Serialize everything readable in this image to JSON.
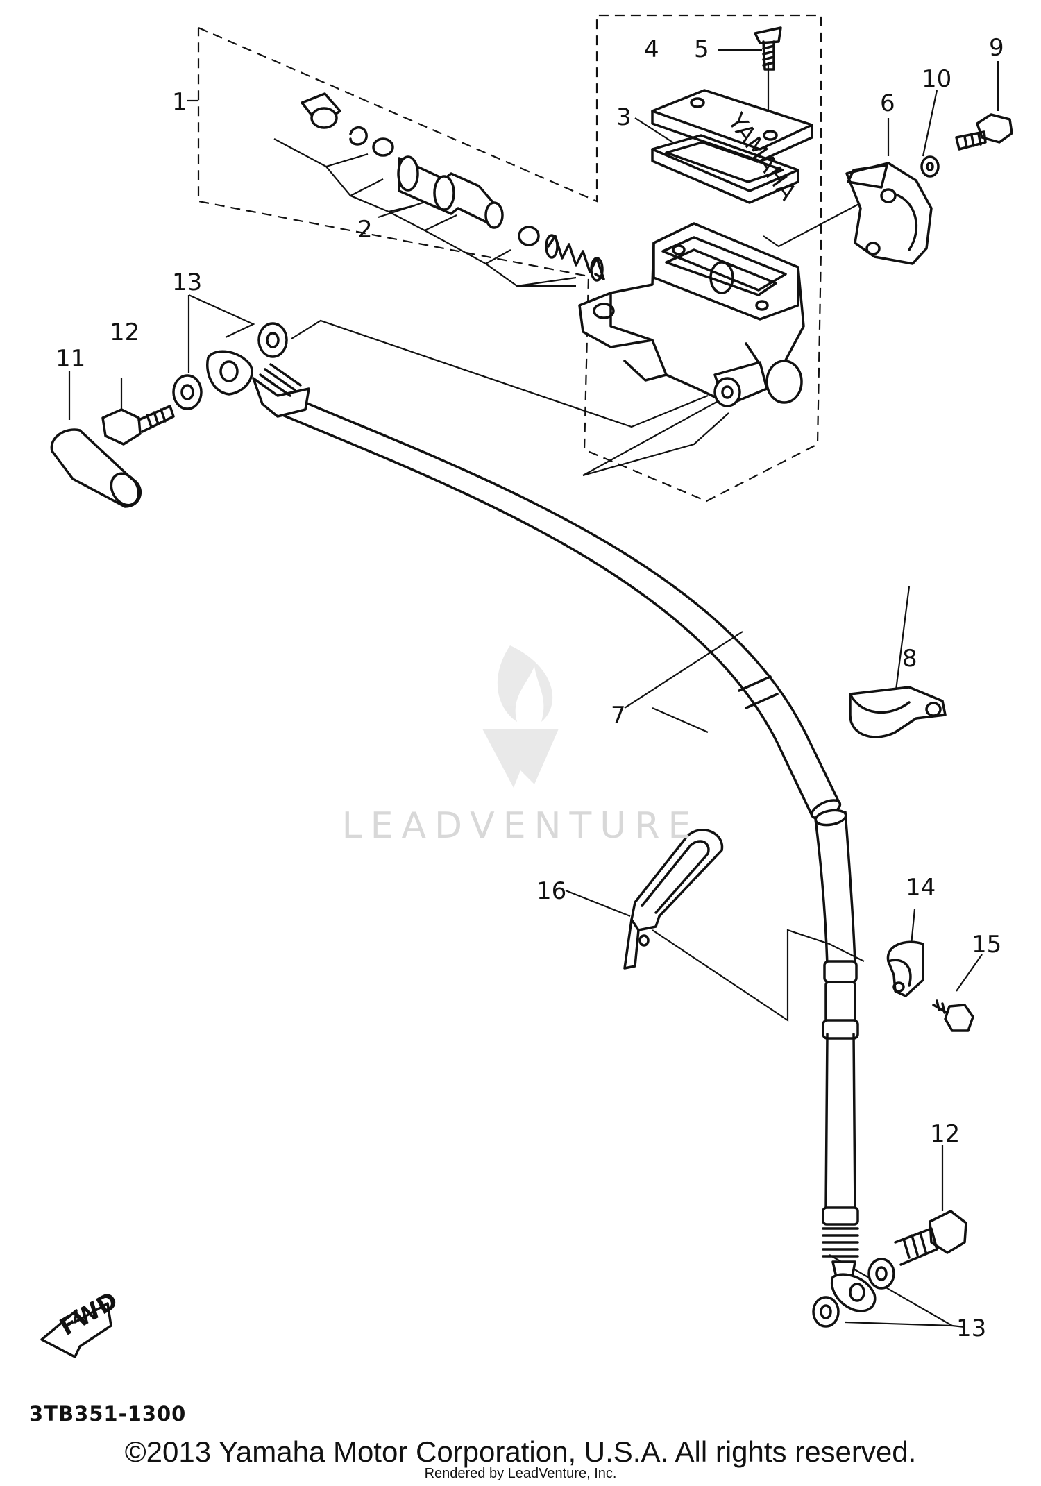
{
  "diagram": {
    "part_labels": [
      {
        "id": "1",
        "text": "1"
      },
      {
        "id": "2",
        "text": "2"
      },
      {
        "id": "3",
        "text": "3"
      },
      {
        "id": "4",
        "text": "4"
      },
      {
        "id": "5",
        "text": "5"
      },
      {
        "id": "6",
        "text": "6"
      },
      {
        "id": "7",
        "text": "7"
      },
      {
        "id": "8",
        "text": "8"
      },
      {
        "id": "9",
        "text": "9"
      },
      {
        "id": "10",
        "text": "10"
      },
      {
        "id": "11",
        "text": "11"
      },
      {
        "id": "12",
        "text": "12"
      },
      {
        "id": "12b",
        "text": "12"
      },
      {
        "id": "13",
        "text": "13"
      },
      {
        "id": "13b",
        "text": "13"
      },
      {
        "id": "14",
        "text": "14"
      },
      {
        "id": "15",
        "text": "15"
      },
      {
        "id": "16",
        "text": "16"
      }
    ],
    "fwd_label": "FWD",
    "reservoir_cap_text": "YAMAHA"
  },
  "watermark": {
    "text": "LEADVENTURE"
  },
  "footer": {
    "diagram_code": "3TB351-1300",
    "copyright": "©2013 Yamaha Motor Corporation, U.S.A. All rights reserved.",
    "rendered_by": "Rendered by LeadVenture, Inc."
  }
}
